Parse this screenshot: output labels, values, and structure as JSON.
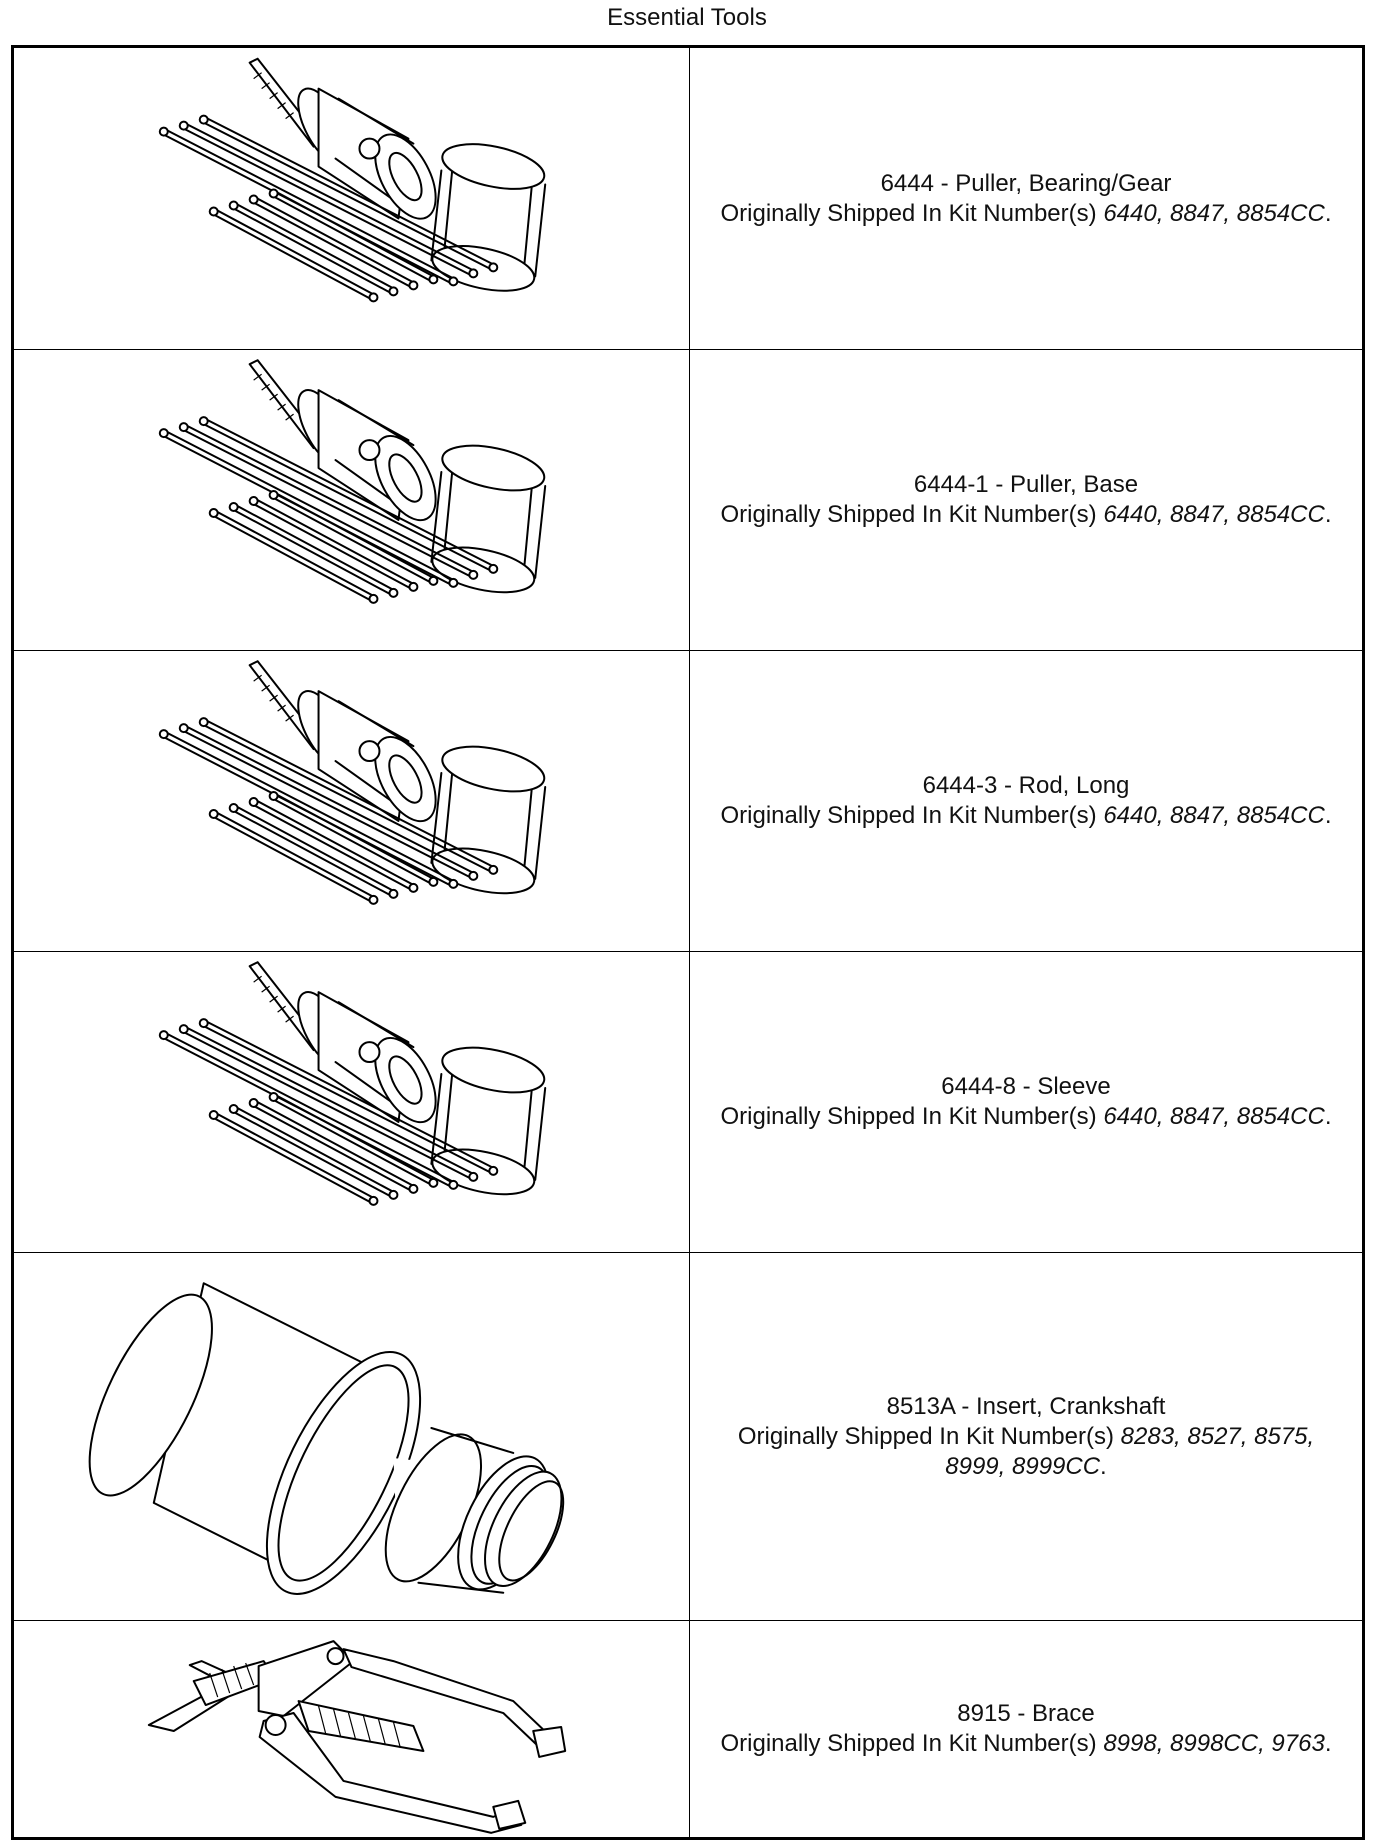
{
  "page": {
    "title": "Essential Tools"
  },
  "shipped_prefix": "Originally Shipped In Kit Number(s)",
  "tools": [
    {
      "name": "6444 - Puller, Bearing/Gear",
      "kits": "6440, 8847, 8854CC",
      "illustration": "puller-set-drawing"
    },
    {
      "name": "6444-1 - Puller, Base",
      "kits": "6440, 8847, 8854CC",
      "illustration": "puller-set-drawing"
    },
    {
      "name": "6444-3 - Rod, Long",
      "kits": "6440, 8847, 8854CC",
      "illustration": "puller-set-drawing"
    },
    {
      "name": "6444-8 - Sleeve",
      "kits": "6440, 8847, 8854CC",
      "illustration": "puller-set-drawing"
    },
    {
      "name": "8513A - Insert, Crankshaft",
      "kits": "8283, 8527, 8575, 8999, 8999CC",
      "illustration": "crankshaft-insert-drawing"
    },
    {
      "name": "8915 - Brace",
      "kits": "8998, 8998CC, 9763",
      "illustration": "brace-drawing"
    }
  ]
}
